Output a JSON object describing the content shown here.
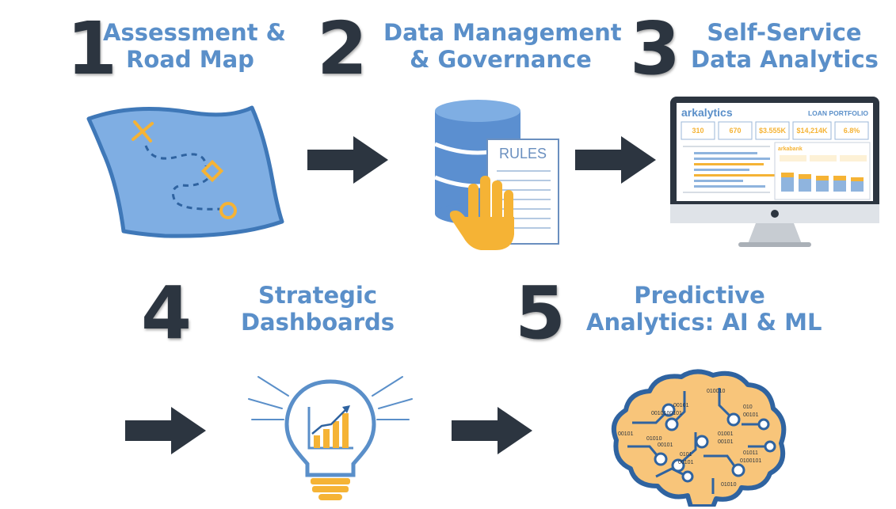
{
  "colors": {
    "title_blue": "#5a8fc9",
    "number_dark": "#2c3540",
    "arrow_dark": "#2c3540",
    "map_blue": "#7faee3",
    "accent_orange": "#f5b335"
  },
  "steps": [
    {
      "number": "1",
      "title_line1": "Assessment &",
      "title_line2": "Road Map",
      "icon": "map-icon"
    },
    {
      "number": "2",
      "title_line1": "Data Management",
      "title_line2": "& Governance",
      "icon": "database-rules-icon"
    },
    {
      "number": "3",
      "title_line1": "Self-Service",
      "title_line2": "Data Analytics",
      "icon": "monitor-dashboard-icon"
    },
    {
      "number": "4",
      "title_line1": "Strategic",
      "title_line2": "Dashboards",
      "icon": "lightbulb-chart-icon"
    },
    {
      "number": "5",
      "title_line1": "Predictive",
      "title_line2": "Analytics: AI & ML",
      "icon": "brain-circuit-icon"
    }
  ],
  "rules_doc": {
    "label": "RULES"
  },
  "dashboard": {
    "brand": "arkalytics",
    "heading": "LOAN PORTFOLIO",
    "kpis": [
      "310",
      "670",
      "$3.555K",
      "$14,214K",
      "6.8%"
    ],
    "sub_brand": "arkabank"
  },
  "brain_binary": [
    "010010",
    "00101",
    "0010100101",
    "010",
    "00101",
    "00101",
    "01010",
    "01001",
    "00101",
    "0101",
    "00101",
    "00101",
    "01011",
    "0100101",
    "01010"
  ]
}
